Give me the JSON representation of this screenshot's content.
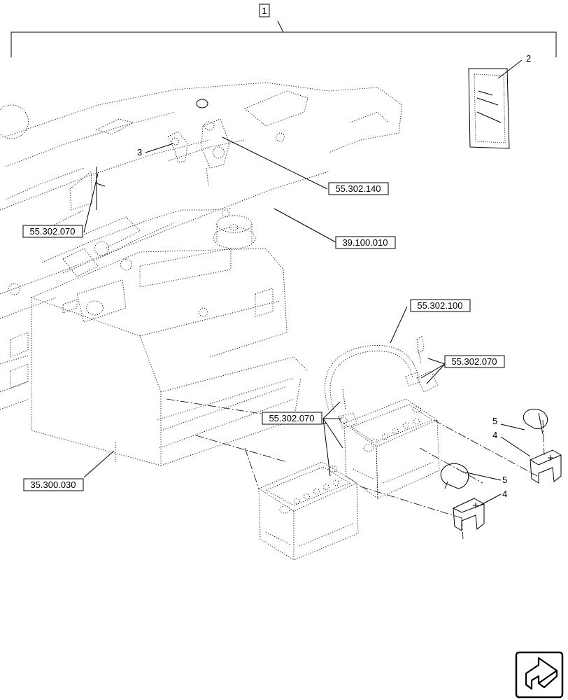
{
  "assembly_callout": "1",
  "item_callouts": {
    "manual": "2",
    "clamp": "3",
    "cover_upper": "4",
    "cover_lower": "4",
    "strap_upper": "5",
    "strap_lower": "5"
  },
  "reference_labels": {
    "battery_switch": "55.302.140",
    "harness_left": "55.302.070",
    "fuel_tank": "39.100.010",
    "cable": "55.302.100",
    "terminals_right": "55.302.070",
    "terminals_center": "55.302.070",
    "battery_box": "35.300.030"
  },
  "nav_icon": "next-page-arrow-icon"
}
